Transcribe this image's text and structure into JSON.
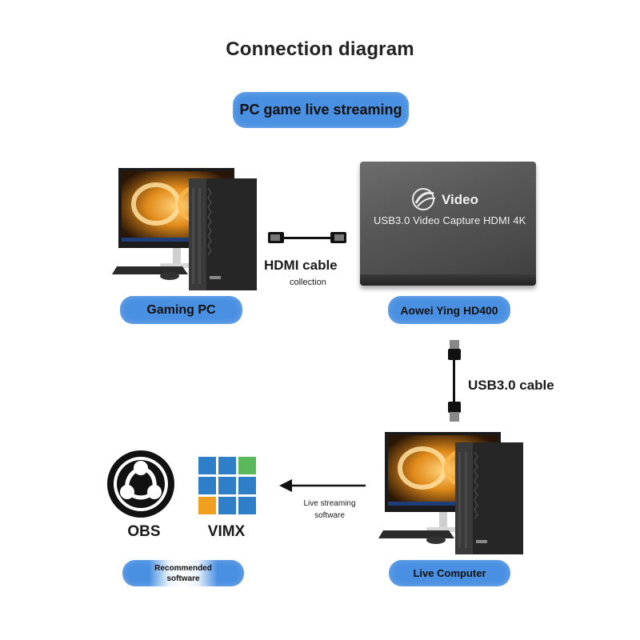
{
  "title": "Connection diagram",
  "scenario_label": "PC game live streaming",
  "gaming_pc": {
    "label": "Gaming PC"
  },
  "capture_card": {
    "label": "Aowei Ying HD400",
    "brand_text": "Video",
    "model_text": "USB3.0 Video Capture HDMI 4K"
  },
  "hdmi_cable": {
    "label": "HDMI cable",
    "sublabel": "collection"
  },
  "usb_cable": {
    "label": "USB3.0 cable"
  },
  "live_computer": {
    "label": "Live Computer"
  },
  "arrow": {
    "label": "Live streaming software"
  },
  "software": {
    "obs": {
      "label": "OBS"
    },
    "vimx": {
      "label": "VIMX"
    },
    "recommended_label": "Recommended software"
  },
  "colors": {
    "pill": "#4a90e2",
    "card": "#555555",
    "vimx_green": "#5cb85c",
    "vimx_blue": "#2f7fc8",
    "vimx_orange": "#f0a020"
  }
}
